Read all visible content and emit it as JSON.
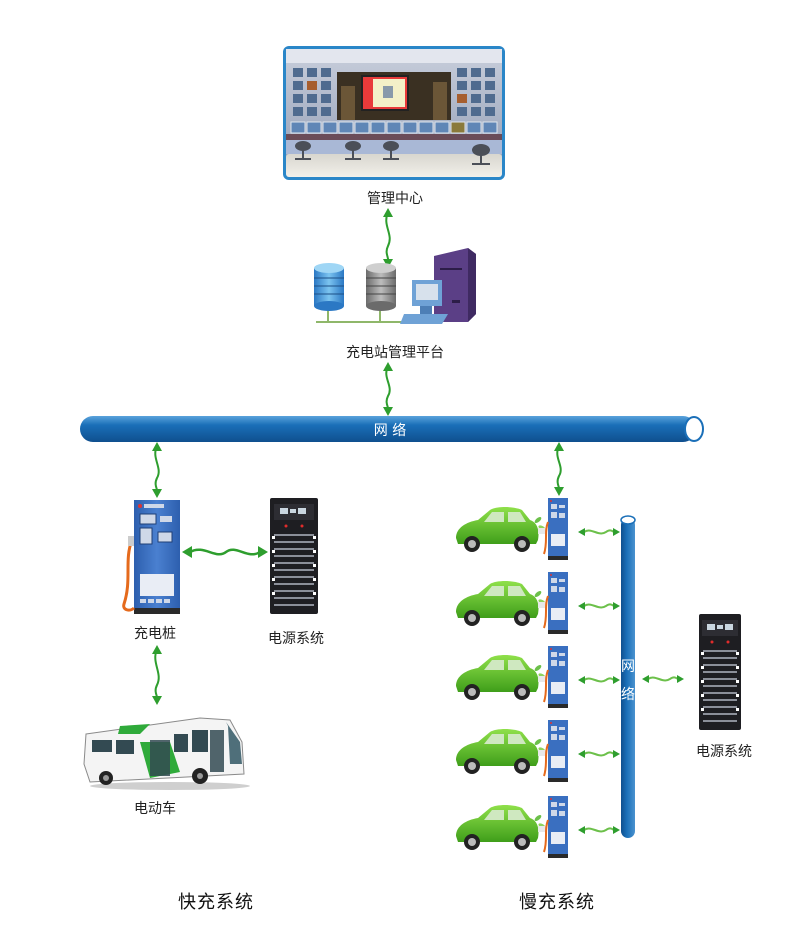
{
  "diagram": {
    "management_center": {
      "label": "管理中心",
      "icon": "control-room-icon"
    },
    "platform": {
      "label": "充电站管理平台",
      "icon": "server-database-icon"
    },
    "network_bus": {
      "label": "网 络"
    },
    "fast_charge": {
      "title": "快充系统",
      "charging_pile": {
        "label": "充电桩",
        "icon": "charging-pile-icon"
      },
      "power_system": {
        "label": "电源系统",
        "icon": "power-cabinet-icon"
      },
      "vehicle": {
        "label": "电动车",
        "icon": "electric-bus-icon"
      }
    },
    "slow_charge": {
      "title": "慢充系统",
      "network_pipe": {
        "label_top": "网",
        "label_bottom": "络"
      },
      "power_system": {
        "label": "电源系统",
        "icon": "power-cabinet-icon"
      },
      "stations": [
        {
          "car_icon": "green-car-icon",
          "pile_icon": "charging-pile-icon"
        },
        {
          "car_icon": "green-car-icon",
          "pile_icon": "charging-pile-icon"
        },
        {
          "car_icon": "green-car-icon",
          "pile_icon": "charging-pile-icon"
        },
        {
          "car_icon": "green-car-icon",
          "pile_icon": "charging-pile-icon"
        },
        {
          "car_icon": "green-car-icon",
          "pile_icon": "charging-pile-icon"
        }
      ]
    },
    "colors": {
      "pipe_blue": "#1a6fb8",
      "arrow_green": "#2e9e2e",
      "pile_blue": "#3a6fc0",
      "car_green": "#5cc02a",
      "cabinet_dark": "#1e1e22"
    }
  }
}
